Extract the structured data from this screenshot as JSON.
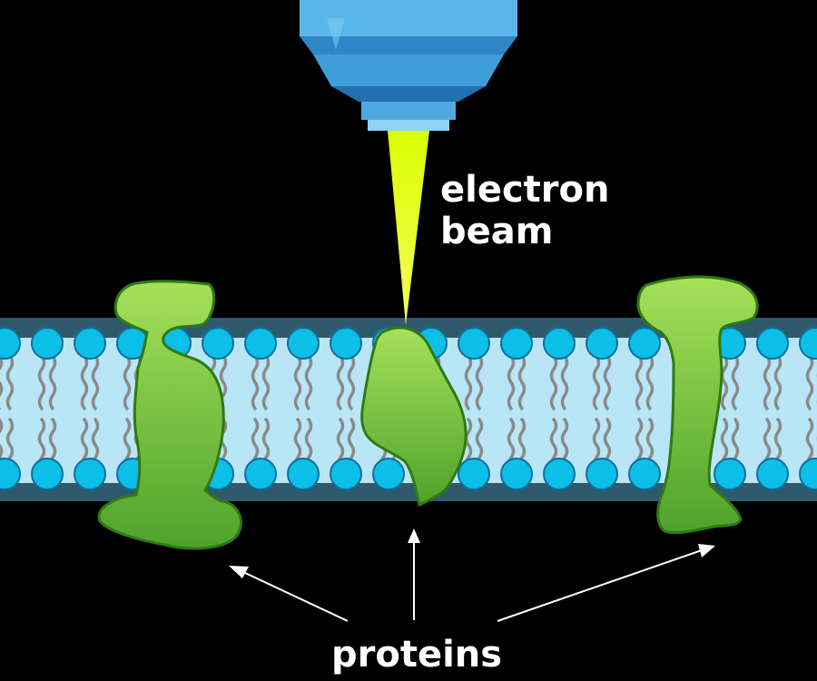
{
  "labels": {
    "beam_line1": "electron",
    "beam_line2": "beam",
    "proteins": "proteins"
  },
  "colors": {
    "background": "#000000",
    "membrane_fill": "#b9e6f6",
    "membrane_edge": "#2f5a6e",
    "lipid_head": "#0bbfe6",
    "lipid_head_stroke": "#0e6f9a",
    "lipid_tail": "#8a8a8a",
    "protein_light": "#a6e05a",
    "protein_dark": "#4ea32b",
    "protein_stroke": "#2f7a14",
    "beam": "#e6ff00",
    "column_light": "#8fd3f5",
    "column_mid": "#3e9fd8",
    "column_dark": "#2171b0",
    "arrow": "#ffffff"
  },
  "icons": {
    "column": "electron-microscope-column-icon",
    "beam": "electron-beam-icon",
    "membrane": "lipid-bilayer-icon",
    "protein": "membrane-protein-icon",
    "arrow": "pointer-arrow-icon"
  }
}
